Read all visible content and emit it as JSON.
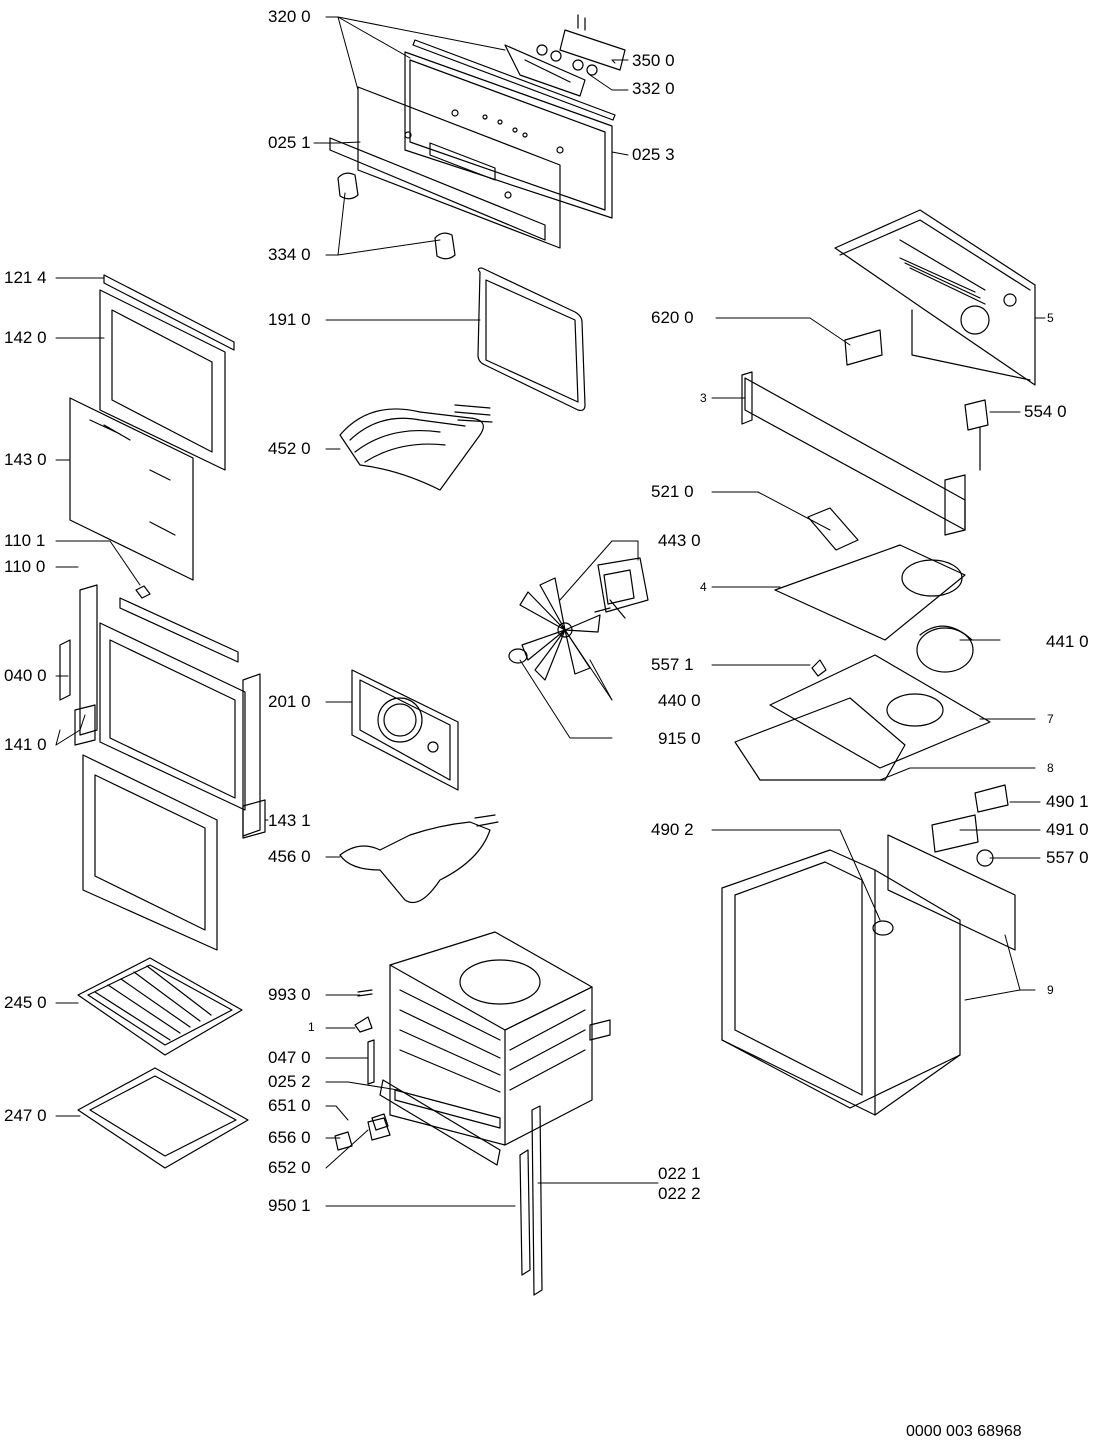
{
  "labels": {
    "l3200": "320 0",
    "l3500": "350 0",
    "l3320": "332 0",
    "l0251": "025 1",
    "l0253": "025 3",
    "l3340": "334 0",
    "l1214": "121 4",
    "l1420": "142 0",
    "l1910": "191 0",
    "l6200": "620 0",
    "l5": "5",
    "l3": "3",
    "l5540": "554 0",
    "l1430": "143 0",
    "l4520": "452 0",
    "l5210": "521 0",
    "l1101": "110 1",
    "l1100": "110 0",
    "l4430": "443 0",
    "l4": "4",
    "l0400": "040 0",
    "l5571": "557 1",
    "l4410": "441 0",
    "l4400": "440 0",
    "l2010": "201 0",
    "l7": "7",
    "l1410": "141 0",
    "l9150": "915 0",
    "l8": "8",
    "l1431": "143 1",
    "l4901": "490 1",
    "l4902": "490 2",
    "l4910": "491 0",
    "l4560": "456 0",
    "l5570": "557 0",
    "l2450": "245 0",
    "l9930": "993 0",
    "l9": "9",
    "l1": "1",
    "l0470": "047 0",
    "l0252": "025 2",
    "l6510": "651 0",
    "l2470": "247 0",
    "l6560": "656 0",
    "l6520": "652 0",
    "l0221": "022 1",
    "l0222": "022 2",
    "l9501": "950 1"
  },
  "footer": {
    "doc_code": "0000 003 68968"
  }
}
